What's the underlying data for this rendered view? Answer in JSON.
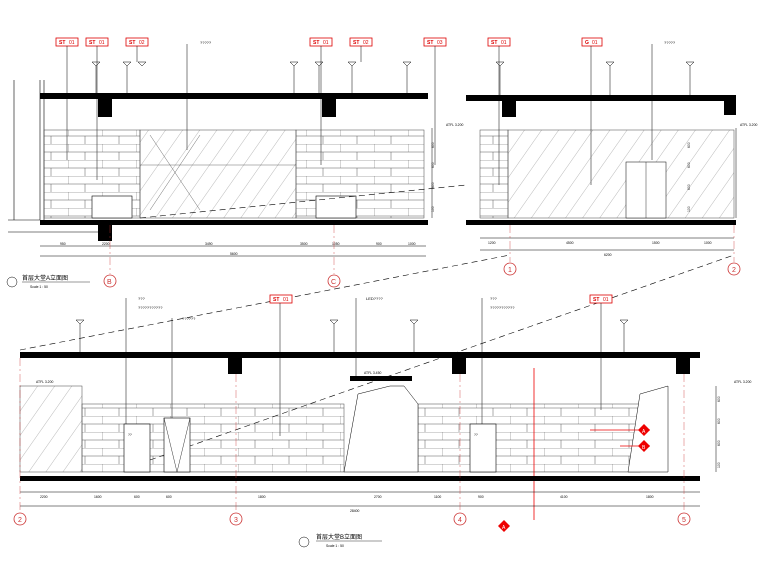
{
  "elevation_a": {
    "title": "首层大堂A立面图",
    "scale": "Scale 1 : 50",
    "tags_left": [
      {
        "code": "ST",
        "num": "01"
      },
      {
        "code": "ST",
        "num": "01"
      },
      {
        "code": "ST",
        "num": "02"
      }
    ],
    "tags_mid": [
      {
        "code": "ST",
        "num": "01"
      },
      {
        "code": "ST",
        "num": "02"
      },
      {
        "code": "ST",
        "num": "03"
      }
    ],
    "note_top": "?????",
    "level_text": "ATFL 3.200",
    "dims": [
      "950",
      "2200",
      "3490",
      "5600",
      "3500",
      "1050",
      "900",
      "1000"
    ],
    "grid_labels": [
      "B",
      "C"
    ],
    "height_dims": [
      "600",
      "600",
      "600",
      "100"
    ]
  },
  "elevation_a2": {
    "tags": [
      {
        "code": "ST",
        "num": "01"
      },
      {
        "code": "G",
        "num": "01"
      }
    ],
    "note_top": "?????",
    "level_text": "ATFL 3.200",
    "dims": [
      "1200",
      "4500",
      "1500",
      "1000",
      "6200"
    ],
    "grid_labels": [
      "1",
      "2"
    ],
    "height_dims": [
      "600",
      "600",
      "600",
      "100"
    ]
  },
  "elevation_b": {
    "title": "首层大堂B立面图",
    "scale": "Scale 1 : 50",
    "tags": [
      {
        "code": "ST",
        "num": "01"
      },
      {
        "code": "ST",
        "num": "01"
      }
    ],
    "notes": [
      "???",
      "???????????",
      "??????",
      "LED????",
      "???",
      "???????????"
    ],
    "door_labels": [
      "??",
      "??"
    ],
    "level_texts": [
      "ATFL 3.200",
      "ATFL 3.450",
      "ATFL 3.200"
    ],
    "dims": [
      "2200",
      "1600",
      "600",
      "600",
      "1800",
      "2700",
      "1100",
      "900",
      "4100",
      "1800",
      "28400"
    ],
    "grid_labels": [
      "2",
      "3",
      "4",
      "5"
    ],
    "height_dims": [
      "600",
      "600",
      "600",
      "100"
    ],
    "marker_label": "A",
    "callout_labels": [
      "A",
      "B"
    ]
  },
  "colors": {
    "tag_red": "#dd0000",
    "grid_red": "#cc3333",
    "ink": "#000000"
  }
}
